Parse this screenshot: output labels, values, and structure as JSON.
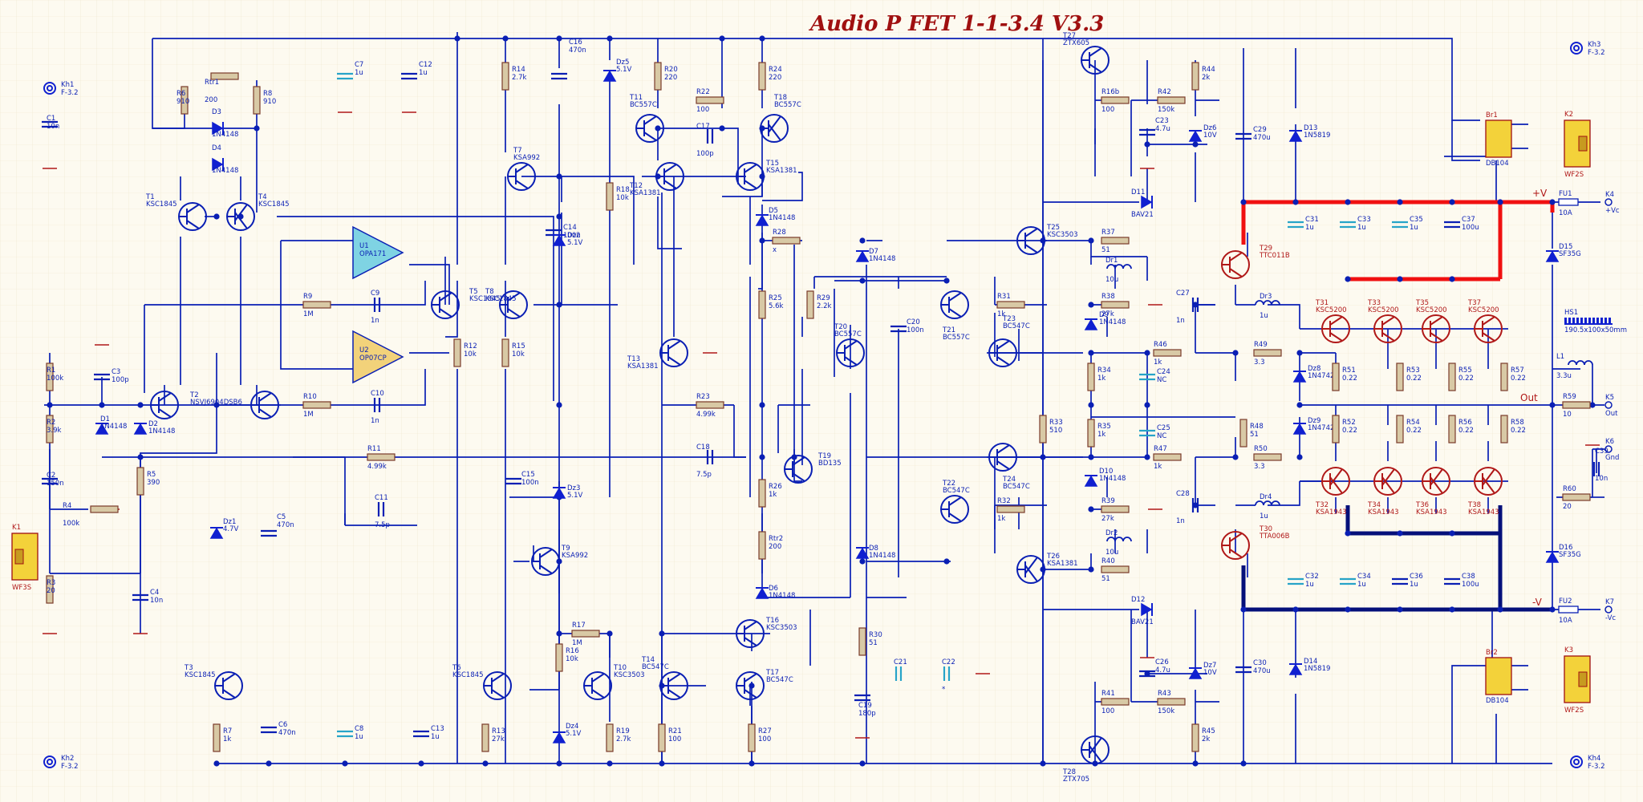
{
  "title": "Audio P FET 1-1-3.4 V3.3",
  "colors": {
    "wire": "#0a1fb4",
    "positive_rail": "#f01010",
    "negative_rail": "#05107a",
    "title": "#a01010",
    "background": "#fdfaf0"
  },
  "rails": {
    "pos_label": "+V",
    "neg_label": "-V",
    "out_label": "Out"
  },
  "parts": [
    {
      "ref": "Kh1",
      "val": "F-3.2"
    },
    {
      "ref": "Kh2",
      "val": "F-3.2"
    },
    {
      "ref": "Kh3",
      "val": "F-3.2"
    },
    {
      "ref": "Kh4",
      "val": "F-3.2"
    },
    {
      "ref": "C1",
      "val": "10n"
    },
    {
      "ref": "K1",
      "val": "WF3S"
    },
    {
      "ref": "R1",
      "val": "100k"
    },
    {
      "ref": "R2",
      "val": "3.9k"
    },
    {
      "ref": "R3",
      "val": "20"
    },
    {
      "ref": "R4",
      "val": "100k"
    },
    {
      "ref": "R5",
      "val": "390"
    },
    {
      "ref": "C2",
      "val": "150n"
    },
    {
      "ref": "C3",
      "val": "100p"
    },
    {
      "ref": "C4",
      "val": "10n"
    },
    {
      "ref": "D1",
      "val": "1N4148"
    },
    {
      "ref": "D2",
      "val": "1N4148"
    },
    {
      "ref": "T2",
      "val": "NSVJ6904DSB6"
    },
    {
      "ref": "T1",
      "val": "KSC1845"
    },
    {
      "ref": "T4",
      "val": "KSC1845"
    },
    {
      "ref": "Rtr1",
      "val": "200"
    },
    {
      "ref": "R6",
      "val": "910"
    },
    {
      "ref": "R8",
      "val": "910"
    },
    {
      "ref": "D3",
      "val": "1N4148"
    },
    {
      "ref": "D4",
      "val": "1N4148"
    },
    {
      "ref": "C7",
      "val": "1u"
    },
    {
      "ref": "C12",
      "val": "1u"
    },
    {
      "ref": "U1",
      "val": "OPA171"
    },
    {
      "ref": "U2",
      "val": "OP07CP"
    },
    {
      "ref": "R9",
      "val": "1M"
    },
    {
      "ref": "C9",
      "val": "1n"
    },
    {
      "ref": "R10",
      "val": "1M"
    },
    {
      "ref": "C10",
      "val": "1n"
    },
    {
      "ref": "R11",
      "val": "4.99k"
    },
    {
      "ref": "C11",
      "val": "7.5p"
    },
    {
      "ref": "T5",
      "val": "KSC1845"
    },
    {
      "ref": "T8",
      "val": "KSC1845"
    },
    {
      "ref": "R12",
      "val": "10k"
    },
    {
      "ref": "R15",
      "val": "10k"
    },
    {
      "ref": "R14",
      "val": "2.7k"
    },
    {
      "ref": "T7",
      "val": "KSA992"
    },
    {
      "ref": "C14",
      "val": "100n"
    },
    {
      "ref": "Dz2",
      "val": "5.1V"
    },
    {
      "ref": "C16",
      "val": "470n"
    },
    {
      "ref": "Dz5",
      "val": "5.1V"
    },
    {
      "ref": "Dz1",
      "val": "4.7V"
    },
    {
      "ref": "C5",
      "val": "470n"
    },
    {
      "ref": "C15",
      "val": "100n"
    },
    {
      "ref": "Dz3",
      "val": "5.1V"
    },
    {
      "ref": "T9",
      "val": "KSA992"
    },
    {
      "ref": "R17",
      "val": "1M"
    },
    {
      "ref": "R16",
      "val": "10k"
    },
    {
      "ref": "T3",
      "val": "KSC1845"
    },
    {
      "ref": "R7",
      "val": "1k"
    },
    {
      "ref": "C6",
      "val": "470n"
    },
    {
      "ref": "C8",
      "val": "1u"
    },
    {
      "ref": "C13",
      "val": "1u"
    },
    {
      "ref": "T6",
      "val": "KSC1845"
    },
    {
      "ref": "R13",
      "val": "27k"
    },
    {
      "ref": "Dz4",
      "val": "5.1V"
    },
    {
      "ref": "T10",
      "val": "KSC3503"
    },
    {
      "ref": "R19",
      "val": "2.7k"
    },
    {
      "ref": "R20",
      "val": "220"
    },
    {
      "ref": "R24",
      "val": "220"
    },
    {
      "ref": "T11",
      "val": "BC557C"
    },
    {
      "ref": "T18",
      "val": "BC557C"
    },
    {
      "ref": "R22",
      "val": "100"
    },
    {
      "ref": "C17",
      "val": "100p"
    },
    {
      "ref": "T12",
      "val": "KSA1381"
    },
    {
      "ref": "T15",
      "val": "KSA1381"
    },
    {
      "ref": "R18",
      "val": "10k"
    },
    {
      "ref": "T13",
      "val": "KSA1381"
    },
    {
      "ref": "T14",
      "val": "BC547C"
    },
    {
      "ref": "T17",
      "val": "BC547C"
    },
    {
      "ref": "T16",
      "val": "KSC3503"
    },
    {
      "ref": "R21",
      "val": "100"
    },
    {
      "ref": "R27",
      "val": "100"
    },
    {
      "ref": "R23",
      "val": "4.99k"
    },
    {
      "ref": "C18",
      "val": "7.5p"
    },
    {
      "ref": "D5",
      "val": "1N4148"
    },
    {
      "ref": "R28",
      "val": "x"
    },
    {
      "ref": "R25",
      "val": "5.6k"
    },
    {
      "ref": "R26",
      "val": "1k"
    },
    {
      "ref": "Rtr2",
      "val": "200"
    },
    {
      "ref": "D6",
      "val": "1N4148"
    },
    {
      "ref": "T19",
      "val": "BD135"
    },
    {
      "ref": "D7",
      "val": "1N4148"
    },
    {
      "ref": "D8",
      "val": "1N4148"
    },
    {
      "ref": "R29",
      "val": "2.2k"
    },
    {
      "ref": "T20",
      "val": "BC557C"
    },
    {
      "ref": "C20",
      "val": "100n"
    },
    {
      "ref": "R30",
      "val": "51"
    },
    {
      "ref": "C19",
      "val": "180p"
    },
    {
      "ref": "C21",
      "val": ""
    },
    {
      "ref": "C22",
      "val": "*"
    },
    {
      "ref": "T21",
      "val": "BC557C"
    },
    {
      "ref": "T23",
      "val": "BC547C"
    },
    {
      "ref": "T22",
      "val": "BC547C"
    },
    {
      "ref": "T24",
      "val": "BC547C"
    },
    {
      "ref": "R31",
      "val": "1k"
    },
    {
      "ref": "R32",
      "val": "1k"
    },
    {
      "ref": "R33",
      "val": "510"
    },
    {
      "ref": "T25",
      "val": "KSC3503"
    },
    {
      "ref": "T26",
      "val": "KSA1381"
    },
    {
      "ref": "T27",
      "val": "ZTX605"
    },
    {
      "ref": "T28",
      "val": "ZTX705"
    },
    {
      "ref": "R16b",
      "val": "100"
    },
    {
      "ref": "R42",
      "val": "150k"
    },
    {
      "ref": "R44",
      "val": "2k"
    },
    {
      "ref": "C23",
      "val": "4.7u"
    },
    {
      "ref": "Dz6",
      "val": "10V"
    },
    {
      "ref": "R41",
      "val": "100"
    },
    {
      "ref": "R43",
      "val": "150k"
    },
    {
      "ref": "R45",
      "val": "2k"
    },
    {
      "ref": "C26",
      "val": "4.7u"
    },
    {
      "ref": "Dz7",
      "val": "10V"
    },
    {
      "ref": "R37",
      "val": "51"
    },
    {
      "ref": "Dr1",
      "val": "10u"
    },
    {
      "ref": "Dr2",
      "val": "10u"
    },
    {
      "ref": "R40",
      "val": "51"
    },
    {
      "ref": "R38",
      "val": "27k"
    },
    {
      "ref": "D9",
      "val": "1N4148"
    },
    {
      "ref": "R39",
      "val": "27k"
    },
    {
      "ref": "D10",
      "val": "1N4148"
    },
    {
      "ref": "R34",
      "val": "1k"
    },
    {
      "ref": "R35",
      "val": "1k"
    },
    {
      "ref": "C24",
      "val": "NC"
    },
    {
      "ref": "C25",
      "val": "NC"
    },
    {
      "ref": "R46",
      "val": "1k"
    },
    {
      "ref": "R47",
      "val": "1k"
    },
    {
      "ref": "R48",
      "val": "51"
    },
    {
      "ref": "C27",
      "val": "1n"
    },
    {
      "ref": "C28",
      "val": "1n"
    },
    {
      "ref": "T29",
      "val": "TTC011B"
    },
    {
      "ref": "T30",
      "val": "TTA006B"
    },
    {
      "ref": "Dr3",
      "val": "1u"
    },
    {
      "ref": "Dr4",
      "val": "1u"
    },
    {
      "ref": "R49",
      "val": "3.3"
    },
    {
      "ref": "R50",
      "val": "3.3"
    },
    {
      "ref": "Dz8",
      "val": "1N4742"
    },
    {
      "ref": "Dz9",
      "val": "1N4742"
    },
    {
      "ref": "C29",
      "val": "470u"
    },
    {
      "ref": "D13",
      "val": "1N5819"
    },
    {
      "ref": "C30",
      "val": "470u"
    },
    {
      "ref": "D14",
      "val": "1N5819"
    },
    {
      "ref": "D11",
      "val": "BAV21"
    },
    {
      "ref": "D12",
      "val": "BAV21"
    },
    {
      "ref": "C31",
      "val": "1u"
    },
    {
      "ref": "C33",
      "val": "1u"
    },
    {
      "ref": "C35",
      "val": "1u"
    },
    {
      "ref": "C37",
      "val": "100u"
    },
    {
      "ref": "C32",
      "val": "1u"
    },
    {
      "ref": "C34",
      "val": "1u"
    },
    {
      "ref": "C36",
      "val": "1u"
    },
    {
      "ref": "C38",
      "val": "100u"
    },
    {
      "ref": "T31",
      "val": "KSC5200"
    },
    {
      "ref": "T33",
      "val": "KSC5200"
    },
    {
      "ref": "T35",
      "val": "KSC5200"
    },
    {
      "ref": "T37",
      "val": "KSC5200"
    },
    {
      "ref": "T32",
      "val": "KSA1943"
    },
    {
      "ref": "T34",
      "val": "KSA1943"
    },
    {
      "ref": "T36",
      "val": "KSA1943"
    },
    {
      "ref": "T38",
      "val": "KSA1943"
    },
    {
      "ref": "R51",
      "val": "0.22"
    },
    {
      "ref": "R53",
      "val": "0.22"
    },
    {
      "ref": "R55",
      "val": "0.22"
    },
    {
      "ref": "R57",
      "val": "0.22"
    },
    {
      "ref": "R52",
      "val": "0.22"
    },
    {
      "ref": "R54",
      "val": "0.22"
    },
    {
      "ref": "R56",
      "val": "0.22"
    },
    {
      "ref": "R58",
      "val": "0.22"
    },
    {
      "ref": "Br1",
      "val": "DB104"
    },
    {
      "ref": "Br2",
      "val": "DB104"
    },
    {
      "ref": "K2",
      "val": "WF2S"
    },
    {
      "ref": "K3",
      "val": "WF2S"
    },
    {
      "ref": "FU1",
      "val": "10A"
    },
    {
      "ref": "FU2",
      "val": "10A"
    },
    {
      "ref": "K4",
      "val": "+Vc"
    },
    {
      "ref": "K7",
      "val": "-Vc"
    },
    {
      "ref": "D15",
      "val": "SF35G"
    },
    {
      "ref": "D16",
      "val": "SF35G"
    },
    {
      "ref": "HS1",
      "val": "190.5x100x50mm"
    },
    {
      "ref": "L1",
      "val": "3.3u"
    },
    {
      "ref": "R59",
      "val": "10"
    },
    {
      "ref": "K5",
      "val": "Out"
    },
    {
      "ref": "K6",
      "val": "Gnd"
    },
    {
      "ref": "C39",
      "val": "10n"
    },
    {
      "ref": "R60",
      "val": "20"
    }
  ]
}
